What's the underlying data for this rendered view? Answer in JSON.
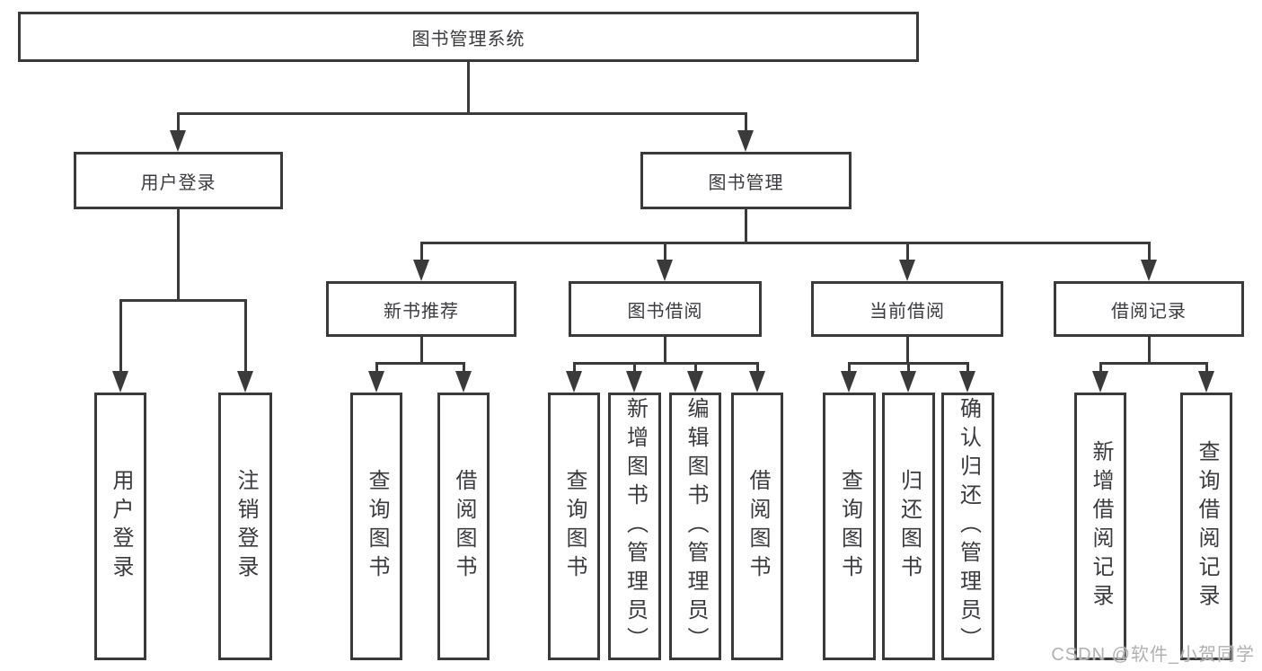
{
  "diagram": {
    "root_label": "图书管理系统",
    "branches": {
      "user_login": {
        "label": "用户登录",
        "children": [
          {
            "label": "用户登录"
          },
          {
            "label": "注销登录"
          }
        ]
      },
      "book_mgmt": {
        "label": "图书管理",
        "modules": [
          {
            "label": "新书推荐",
            "children": [
              {
                "label": "查询图书"
              },
              {
                "label": "借阅图书"
              }
            ]
          },
          {
            "label": "图书借阅",
            "children": [
              {
                "label": "查询图书"
              },
              {
                "label": "新增图书（管理员）"
              },
              {
                "label": "编辑图书（管理员）"
              },
              {
                "label": "借阅图书"
              }
            ]
          },
          {
            "label": "当前借阅",
            "children": [
              {
                "label": "查询图书"
              },
              {
                "label": "归还图书"
              },
              {
                "label": "确认归还（管理员）"
              }
            ]
          },
          {
            "label": "借阅记录",
            "children": [
              {
                "label": "新增借阅记录"
              },
              {
                "label": "查询借阅记录"
              }
            ]
          }
        ]
      }
    }
  },
  "watermark": {
    "text": "CSDN @软件_小贺同学",
    "color": "#b1b1b1"
  },
  "colors": {
    "line": "#3a3a3a",
    "box_border": "#3a3a3a",
    "box_fill": "#ffffff",
    "text": "#3b3b3f",
    "background": "#ffffff"
  }
}
